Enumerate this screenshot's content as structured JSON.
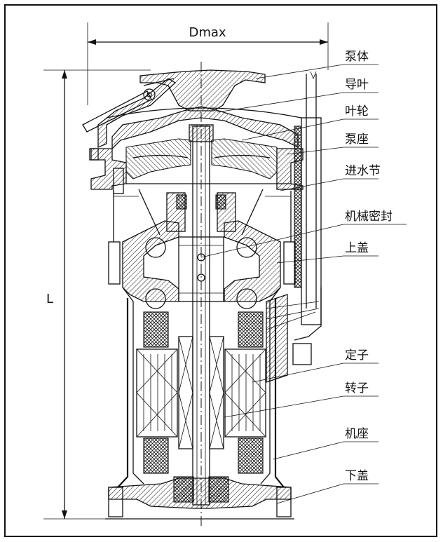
{
  "dimensions": {
    "width_label": "Dmax",
    "height_label": "L"
  },
  "labels": [
    {
      "key": "pump_body",
      "text": "泵体"
    },
    {
      "key": "guide_vane",
      "text": "导叶"
    },
    {
      "key": "impeller",
      "text": "叶轮"
    },
    {
      "key": "pump_seat",
      "text": "泵座"
    },
    {
      "key": "inlet_section",
      "text": "进水节"
    },
    {
      "key": "mechanical_seal",
      "text": "机械密封"
    },
    {
      "key": "upper_cover",
      "text": "上盖"
    },
    {
      "key": "stator",
      "text": "定子"
    },
    {
      "key": "rotor",
      "text": "转子"
    },
    {
      "key": "motor_housing",
      "text": "机座"
    },
    {
      "key": "lower_cover",
      "text": "下盖"
    }
  ]
}
